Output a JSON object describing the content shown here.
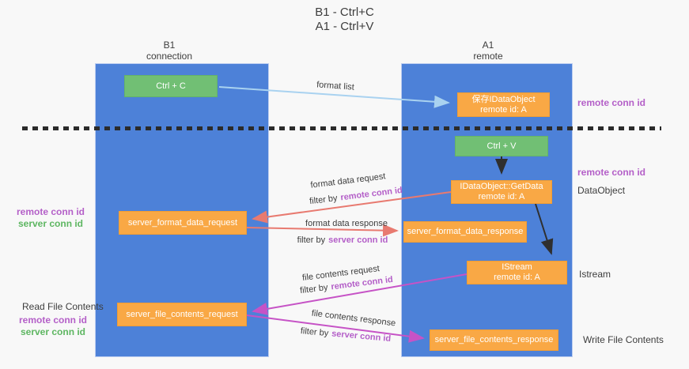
{
  "title": {
    "line1": "B1 - Ctrl+C",
    "line2": "A1 - Ctrl+V"
  },
  "lifelines": {
    "left": {
      "name": "B1",
      "role": "connection"
    },
    "right": {
      "name": "A1",
      "role": "remote"
    }
  },
  "nodes": {
    "ctrl_c": {
      "label": "Ctrl + C"
    },
    "ctrl_v": {
      "label": "Ctrl + V"
    },
    "save_dataobject": {
      "line1": "保存IDataObject",
      "line2": "remote id: A"
    },
    "getdata": {
      "line1": "IDataObject::GetData",
      "line2": "remote id: A"
    },
    "istream": {
      "line1": "IStream",
      "line2": "remote id: A"
    },
    "server_format_data_request": {
      "label": "server_format_data_request"
    },
    "server_format_data_response": {
      "label": "server_format_data_response"
    },
    "server_file_contents_request": {
      "label": "server_file_contents_request"
    },
    "server_file_contents_response": {
      "label": "server_file_contents_response"
    }
  },
  "edge_labels": {
    "format_list": "format list",
    "format_data_request": "format data request",
    "format_data_response": "format data response",
    "file_contents_request": "file contents request",
    "file_contents_response": "file contents response",
    "filter_by": "filter by",
    "remote_conn_id": "remote conn id",
    "server_conn_id": "server conn id"
  },
  "side_labels": {
    "remote_conn_id": "remote conn id",
    "server_conn_id": "server conn id",
    "dataobject": "DataObject",
    "istream": "Istream",
    "read_file_contents": "Read File Contents",
    "write_file_contents": "Write File Contents"
  },
  "colors": {
    "background": "#f8f8f8",
    "lifeline_blue": "#4d81d8",
    "node_orange": "#f9a845",
    "node_green": "#71bf74",
    "arrow_light_blue": "#a9d2f0",
    "arrow_salmon": "#e87a70",
    "arrow_magenta": "#c653c6",
    "arrow_black": "#2f2f2f",
    "id_purple": "#b45fc8",
    "id_green": "#5db661"
  }
}
